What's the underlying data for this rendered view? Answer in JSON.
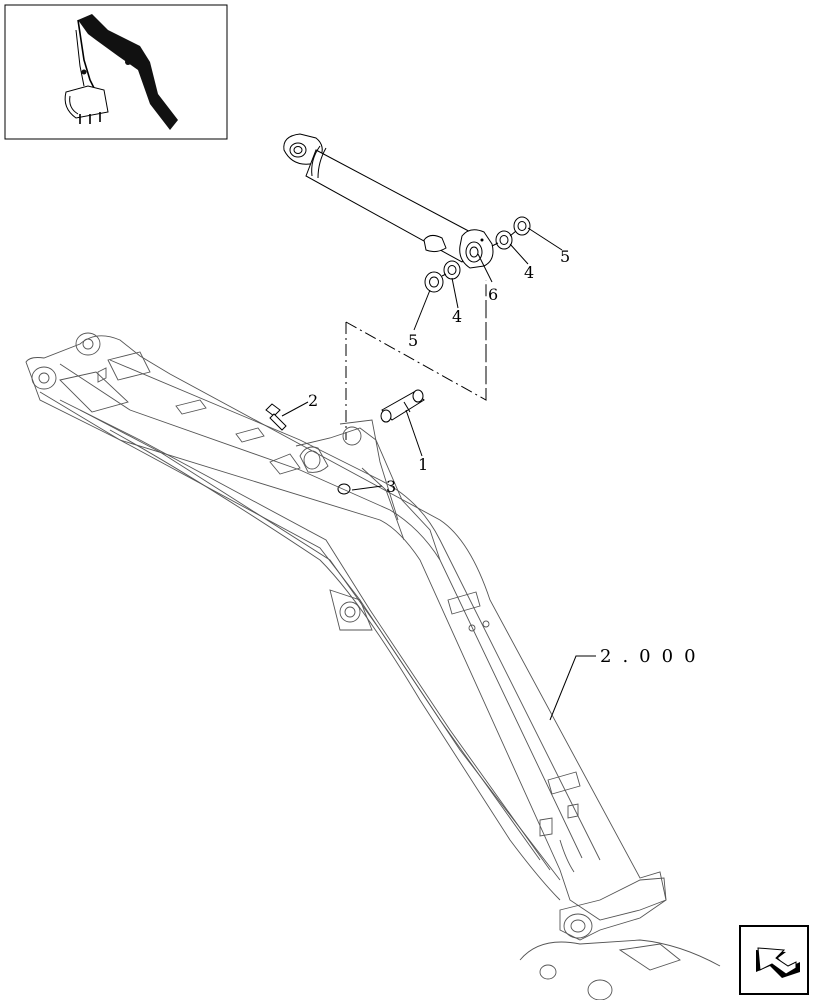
{
  "callouts": {
    "pin": "1",
    "bolt": "2",
    "grease_fitting": "3",
    "washer_upper": "4",
    "washer_lower": "4",
    "shim_upper": "5",
    "shim_lower": "5",
    "bushing": "6"
  },
  "reference": {
    "arm_assembly": "2.000"
  },
  "icons": {
    "thumbnail": "excavator-arm-locator-icon",
    "navigation": "next-page-arrow-icon"
  }
}
